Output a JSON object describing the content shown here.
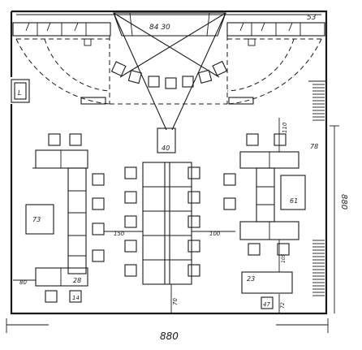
{
  "labels": {
    "top_center": "84  30",
    "top_right": "53",
    "left_table": "73",
    "right_table": "61",
    "left_bottom_box": "28",
    "left_small_box": "14",
    "right_bottom_box": "23",
    "right_small_box": "47",
    "front_box": "40",
    "dim_left_row": "150",
    "dim_right_row": "100",
    "dim_left_edge": "80",
    "dim_right_top": "110",
    "dim_right_mid": "78",
    "dim_right_vertical": "880",
    "dim_bottom": "880",
    "dim_center_bottom": "70",
    "dim_right_lower": "105",
    "dim_right_lower2": "72",
    "left_wall_box": "L"
  }
}
